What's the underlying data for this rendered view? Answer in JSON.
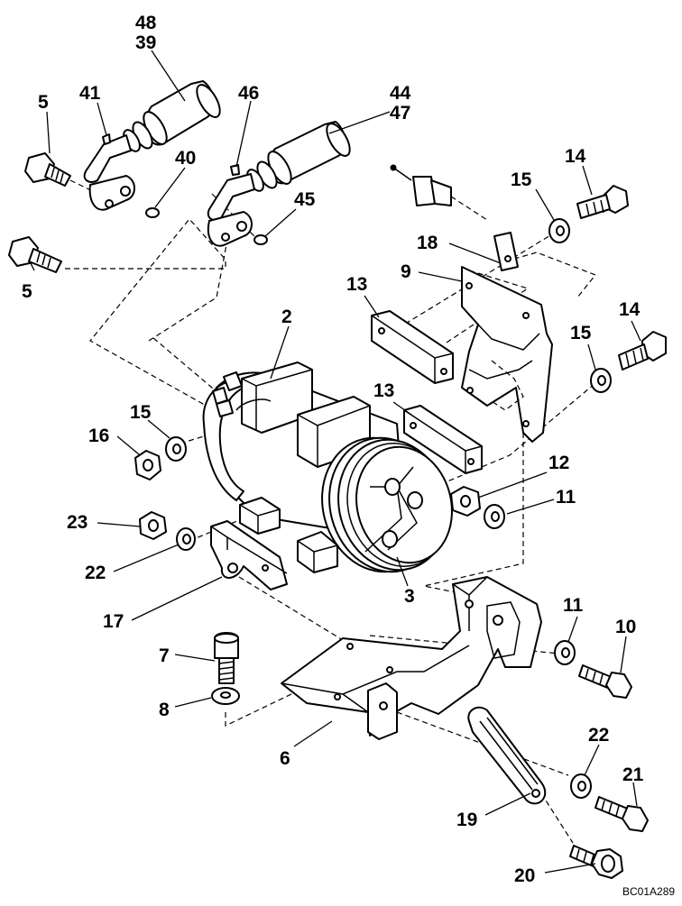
{
  "callouts": [
    {
      "id": "48"
    },
    {
      "id": "39"
    },
    {
      "id": "41"
    },
    {
      "id": "5"
    },
    {
      "id": "46"
    },
    {
      "id": "44"
    },
    {
      "id": "47"
    },
    {
      "id": "40"
    },
    {
      "id": "45"
    },
    {
      "id": "15"
    },
    {
      "id": "14"
    },
    {
      "id": "5"
    },
    {
      "id": "18"
    },
    {
      "id": "9"
    },
    {
      "id": "13"
    },
    {
      "id": "2"
    },
    {
      "id": "14"
    },
    {
      "id": "15"
    },
    {
      "id": "13"
    },
    {
      "id": "15"
    },
    {
      "id": "16"
    },
    {
      "id": "12"
    },
    {
      "id": "11"
    },
    {
      "id": "23"
    },
    {
      "id": "22"
    },
    {
      "id": "3"
    },
    {
      "id": "17"
    },
    {
      "id": "11"
    },
    {
      "id": "10"
    },
    {
      "id": "7"
    },
    {
      "id": "8"
    },
    {
      "id": "6"
    },
    {
      "id": "22"
    },
    {
      "id": "21"
    },
    {
      "id": "19"
    },
    {
      "id": "20"
    }
  ],
  "drawing_code": "BC01A289"
}
